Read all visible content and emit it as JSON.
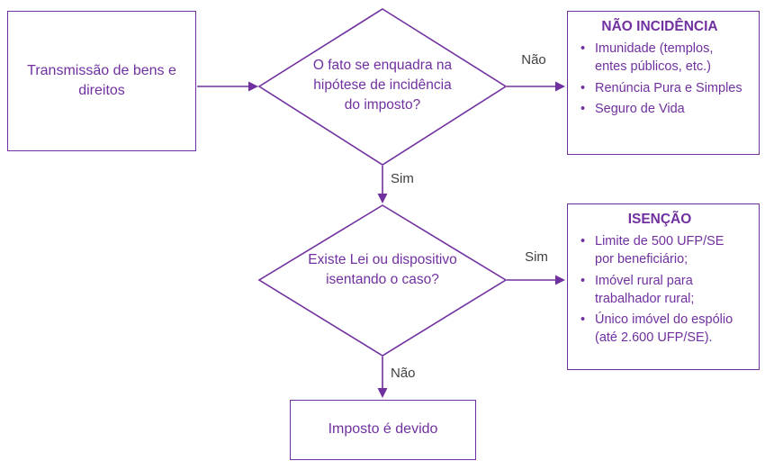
{
  "colors": {
    "accent": "#7030A0",
    "background": "#FFFFFF",
    "edge_label": "#3F3F3F"
  },
  "nodes": {
    "start": {
      "label": "Transmissão de bens e direitos"
    },
    "decision1": {
      "label": "O fato se enquadra na hipótese de incidência do imposto?"
    },
    "nao_incidencia": {
      "title": "NÃO INCIDÊNCIA",
      "items": [
        "Imunidade (templos, entes públicos, etc.)",
        "Renúncia Pura e Simples",
        "Seguro de Vida"
      ]
    },
    "decision2": {
      "label": "Existe Lei ou dispositivo isentando o caso?"
    },
    "isencao": {
      "title": "ISENÇÃO",
      "items": [
        "Limite de 500 UFP/SE por beneficiário;",
        "Imóvel rural para trabalhador rural;",
        "Único imóvel do espólio (até 2.600 UFP/SE)."
      ]
    },
    "end": {
      "label": "Imposto é devido"
    }
  },
  "edges": {
    "decision1_no": {
      "label": "Não"
    },
    "decision1_yes": {
      "label": "Sim"
    },
    "decision2_yes": {
      "label": "Sim"
    },
    "decision2_no": {
      "label": "Não"
    }
  }
}
